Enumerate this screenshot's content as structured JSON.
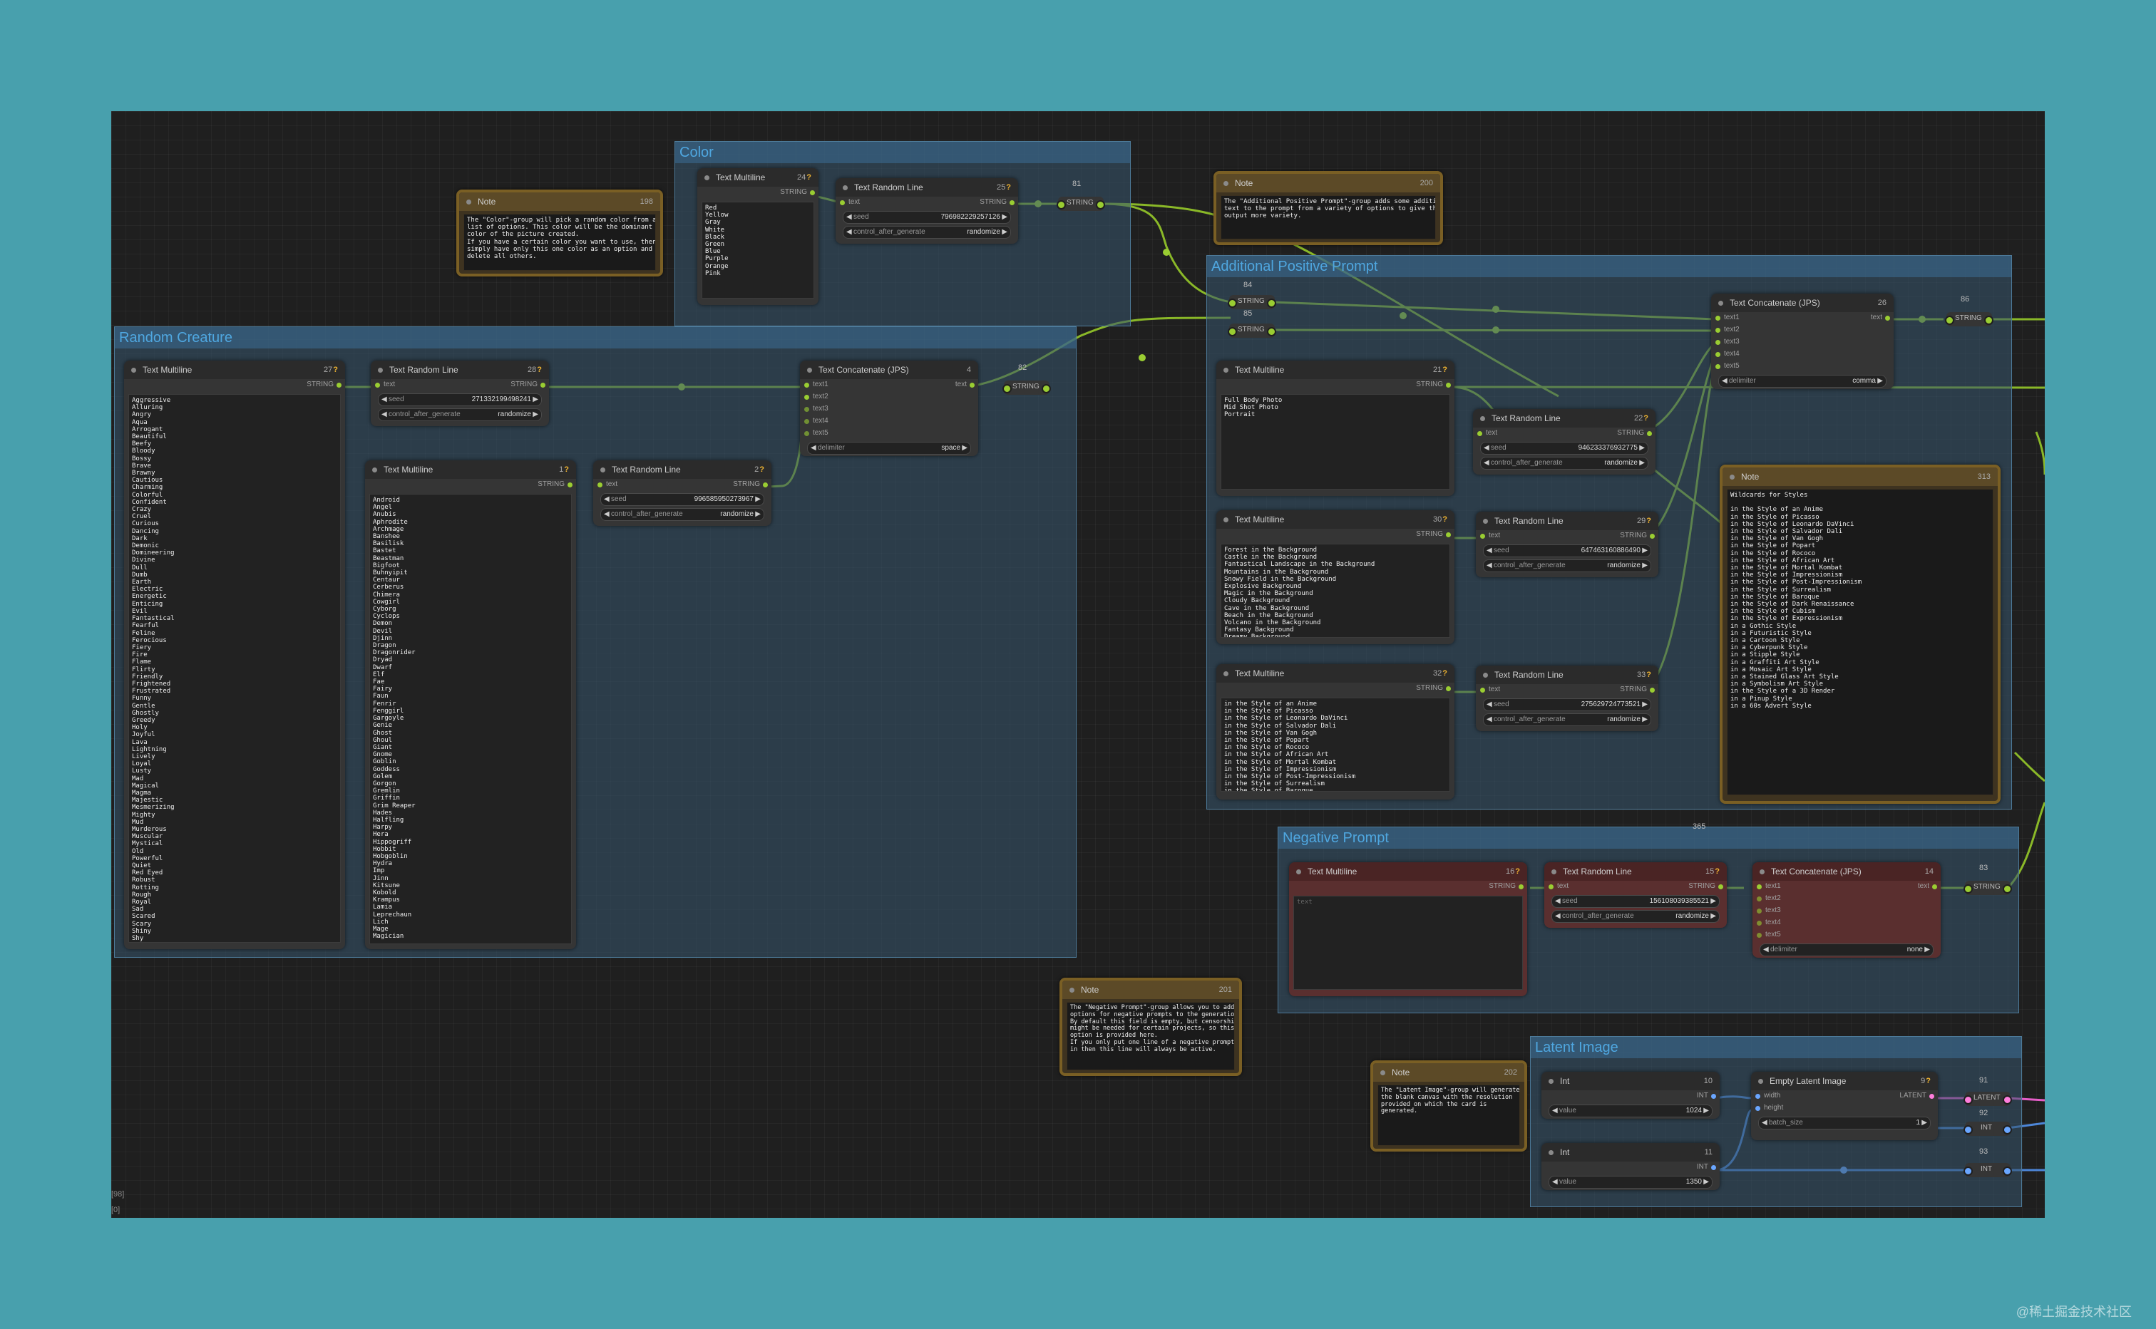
{
  "groups": {
    "color": "Color",
    "random_creature": "Random Creature",
    "additional_positive": "Additional Positive Prompt",
    "negative": "Negative Prompt",
    "latent": "Latent Image"
  },
  "labels": {
    "string": "STRING",
    "latent": "LATENT",
    "int": "INT",
    "text": "text",
    "seed": "seed",
    "control_after_generate": "control_after_generate",
    "randomize": "randomize",
    "delimiter": "delimiter",
    "value": "value",
    "width": "width",
    "height": "height",
    "batch_size": "batch_size",
    "text1": "text1",
    "text2": "text2",
    "text3": "text3",
    "text4": "text4",
    "text5": "text5",
    "text_placeholder": "text"
  },
  "titles": {
    "note": "Note",
    "text_multiline": "Text Multiline",
    "text_random_line": "Text Random Line",
    "text_concatenate": "Text Concatenate (JPS)",
    "int": "Int",
    "empty_latent": "Empty Latent Image"
  },
  "ids": {
    "note198": "198",
    "n24": "24",
    "n25": "25",
    "r81": "81",
    "note200": "200",
    "n27": "27",
    "n28": "28",
    "n4": "4",
    "r82": "82",
    "n1": "1",
    "n2": "2",
    "r84": "84",
    "r85": "85",
    "n21": "21",
    "n22": "22",
    "n26": "26",
    "r86": "86",
    "note313": "313",
    "n30": "30",
    "n29": "29",
    "n32": "32",
    "n33": "33",
    "n16": "16",
    "n15": "15",
    "n14": "14",
    "r83": "83",
    "r365": "365",
    "note201": "201",
    "note202": "202",
    "n10": "10",
    "n11": "11",
    "n9": "9",
    "r91": "91",
    "r92": "92",
    "r93": "93"
  },
  "values": {
    "seed25": "796982229257126",
    "seed28": "271332199498241",
    "seed2": "996585950273967",
    "seed22": "946233376932775",
    "seed29": "647463160886490",
    "seed33": "275629724773521",
    "seed15": "156108039385521",
    "delim26": "comma",
    "delim4": "space",
    "delim14": "none",
    "int10": "1024",
    "int11": "1350",
    "batch": "1"
  },
  "texts": {
    "note198": "The \"Color\"-group will pick a random color from a\nlist of options. This color will be the dominant\ncolor of the picture created.\nIf you have a certain color you want to use, then\nsimply have only this one color as an option and\ndelete all others.",
    "colors": "Red\nYellow\nGray\nWhite\nBlack\nGreen\nBlue\nPurple\nOrange\nPink",
    "note200": "The \"Additional Positive Prompt\"-group adds some additional\ntext to the prompt from a variety of options to give the\noutput more variety.",
    "adjectives": "Aggressive\nAlluring\nAngry\nAqua\nArrogant\nBeautiful\nBeefy\nBloody\nBossy\nBrave\nBrawny\nCautious\nCharming\nColorful\nConfident\nCrazy\nCruel\nCurious\nDancing\nDark\nDemonic\nDomineering\nDivine\nDull\nDumb\nEarth\nElectric\nEnergetic\nEnticing\nEvil\nFantastical\nFearful\nFeline\nFerocious\nFiery\nFire\nFlame\nFlirty\nFriendly\nFrightened\nFrustrated\nFunny\nGentle\nGhostly\nGreedy\nHoly\nJoyful\nLava\nLightning\nLively\nLoyal\nLusty\nMad\nMagical\nMagma\nMajestic\nMesmerizing\nMighty\nMud\nMurderous\nMuscular\nMystical\nOld\nPowerful\nQuiet\nRed Eyed\nRobust\nRotting\nRough\nRoyal\nSad\nScared\nScary\nShiny\nShy\nSmart",
    "creatures": "Android\nAngel\nAnubis\nAphrodite\nArchmage\nBanshee\nBasilisk\nBastet\nBeastman\nBigfoot\nBuhnyipit\nCentaur\nCerberus\nChimera\nCowgirl\nCyborg\nCyclops\nDemon\nDevil\nDjinn\nDragon\nDragonrider\nDryad\nDwarf\nElf\nFae\nFairy\nFaun\nFenrir\nFenggirl\nGargoyle\nGenie\nGhost\nGhoul\nGiant\nGnome\nGoblin\nGoddess\nGolem\nGorgon\nGremlin\nGriffin\nGrim Reaper\nHades\nHalfling\nHarpy\nHera\nHippogriff\nHobbit\nHobgoblin\nHydra\nImp\nJinn\nKitsune\nKobold\nKrampus\nLamia\nLeprechaun\nLich\nMage\nMagician",
    "framing": "Full Body Photo\nMid Shot Photo\nPortrait",
    "backgrounds": "Forest in the Background\nCastle in the Background\nFantastical Landscape in the Background\nMountains in the Background\nSnowy Field in the Background\nExplosive Background\nMagic in the Background\nCloudy Background\nCave in the Background\nBeach in the Background\nVolcano in the Background\nFantasy Background\nDreamy Background",
    "styles": "in the Style of an Anime\nin the Style of Picasso\nin the Style of Leonardo DaVinci\nin the Style of Salvador Dali\nin the Style of Van Gogh\nin the Style of Popart\nin the Style of Rococo\nin the Style of African Art\nin the Style of Mortal Kombat\nin the Style of Impressionism\nin the Style of Post-Impressionism\nin the Style of Surrealism\nin the Style of Baroque",
    "note313": "Wildcards for Styles\n\nin the Style of an Anime\nin the Style of Picasso\nin the Style of Leonardo DaVinci\nin the Style of Salvador Dali\nin the Style of Van Gogh\nin the Style of Popart\nin the Style of Rococo\nin the Style of African Art\nin the Style of Mortal Kombat\nin the Style of Impressionism\nin the Style of Post-Impressionism\nin the Style of Surrealism\nin the Style of Baroque\nin the Style of Dark Renaissance\nin the Style of Cubism\nin the Style of Expressionism\nin a Gothic Style\nin a Futuristic Style\nin a Cartoon Style\nin a Cyberpunk Style\nin a Stipple Style\nin a Graffiti Art Style\nin a Mosaic Art Style\nin a Stained Glass Art Style\nin a Symbolism Art Style\nin the Style of a 3D Render\nin a Pinup Style\nin a 60s Advert Style",
    "note201": "The \"Negative Prompt\"-group allows you to add\noptions for negative prompts to the generation.\nBy default this field is empty, but censorship\nmight be needed for certain projects, so this\noption is provided here.\nIf you only put one line of a negative prompt\nin then this line will always be active.",
    "note202": "The \"Latent Image\"-group will generate\nthe blank canvas with the resolution\nprovided on which the card is\ngenerated."
  },
  "footer": {
    "a": "[98]",
    "b": "[0]"
  },
  "watermark": "@稀土掘金技术社区",
  "colors": {
    "canvas": "#1f1f1f",
    "wire_string": "#9acd32",
    "wire_int": "#6aa6ff",
    "wire_latent": "#ff7ddb",
    "accent_id": "#f2b632"
  }
}
